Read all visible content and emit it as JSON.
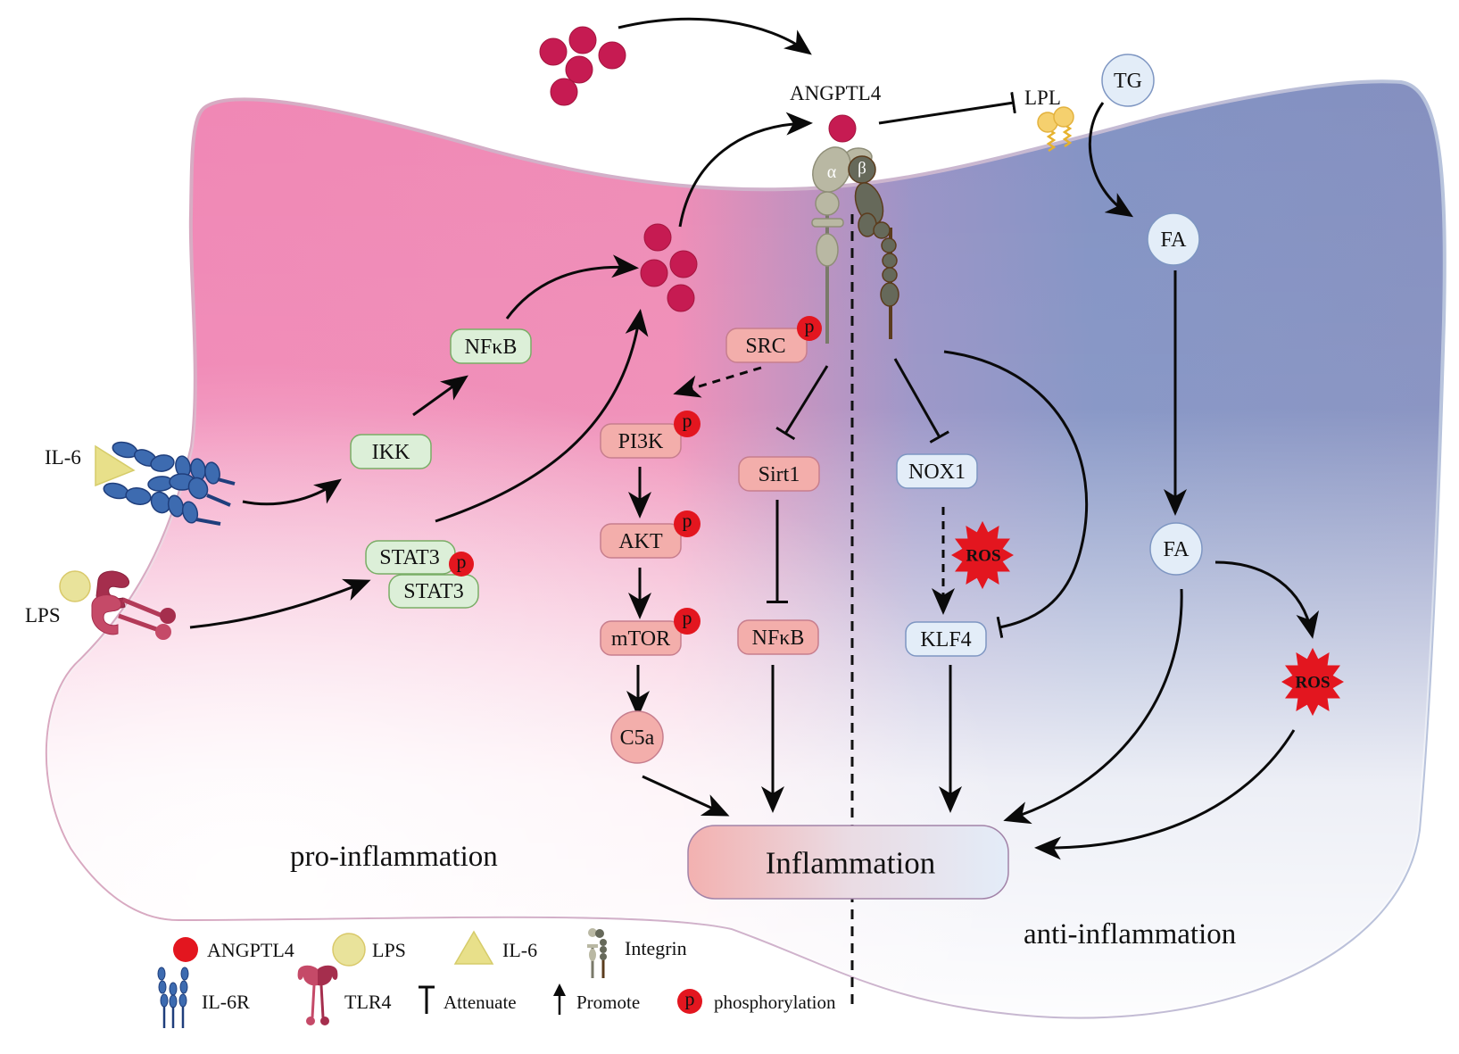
{
  "diagram": {
    "title_region_labels": {
      "pro": "pro-inflammation",
      "anti": "anti-inflammation"
    },
    "extracellular": {
      "angptl4_label": "ANGPTL4",
      "lpl_label": "LPL",
      "tg_label": "TG",
      "il6_label": "IL-6",
      "lps_label": "LPS"
    },
    "integrin": {
      "alpha": "α",
      "beta": "β"
    },
    "nodes": {
      "nfkb_top": "NFκB",
      "ikk": "IKK",
      "stat3_a": "STAT3",
      "stat3_b": "STAT3",
      "src": "SRC",
      "pi3k": "PI3K",
      "akt": "AKT",
      "mtor": "mTOR",
      "c5a": "C5a",
      "sirt1": "Sirt1",
      "nfkb_mid": "NFκB",
      "nox1": "NOX1",
      "ros_mid": "ROS",
      "klf4": "KLF4",
      "fa_top": "FA",
      "fa_mid": "FA",
      "ros_right": "ROS",
      "inflammation": "Inflammation"
    },
    "phospho_marker": "p",
    "legend": {
      "row1": [
        {
          "icon": "angptl4-dot-icon",
          "label": "ANGPTL4"
        },
        {
          "icon": "lps-circle-icon",
          "label": "LPS"
        },
        {
          "icon": "il6-triangle-icon",
          "label": "IL-6"
        },
        {
          "icon": "integrin-icon",
          "label": "Integrin"
        }
      ],
      "row2": [
        {
          "icon": "il6r-icon",
          "label": "IL-6R"
        },
        {
          "icon": "tlr4-icon",
          "label": "TLR4"
        },
        {
          "icon": "attenuate-icon",
          "label": "Attenuate"
        },
        {
          "icon": "promote-arrow-icon",
          "label": "Promote"
        },
        {
          "icon": "phosphorylation-icon",
          "label": "phosphorylation",
          "marker": "p"
        }
      ]
    },
    "colors": {
      "angptl4": "#c61b52",
      "phospho": "#e3161f",
      "pro_region": "#f186b5",
      "anti_region": "#8393c4",
      "ros": "#e3161f",
      "green_node": "#dcefd8",
      "pink_node": "#f3aeab",
      "blue_node": "#e3edf8"
    }
  }
}
